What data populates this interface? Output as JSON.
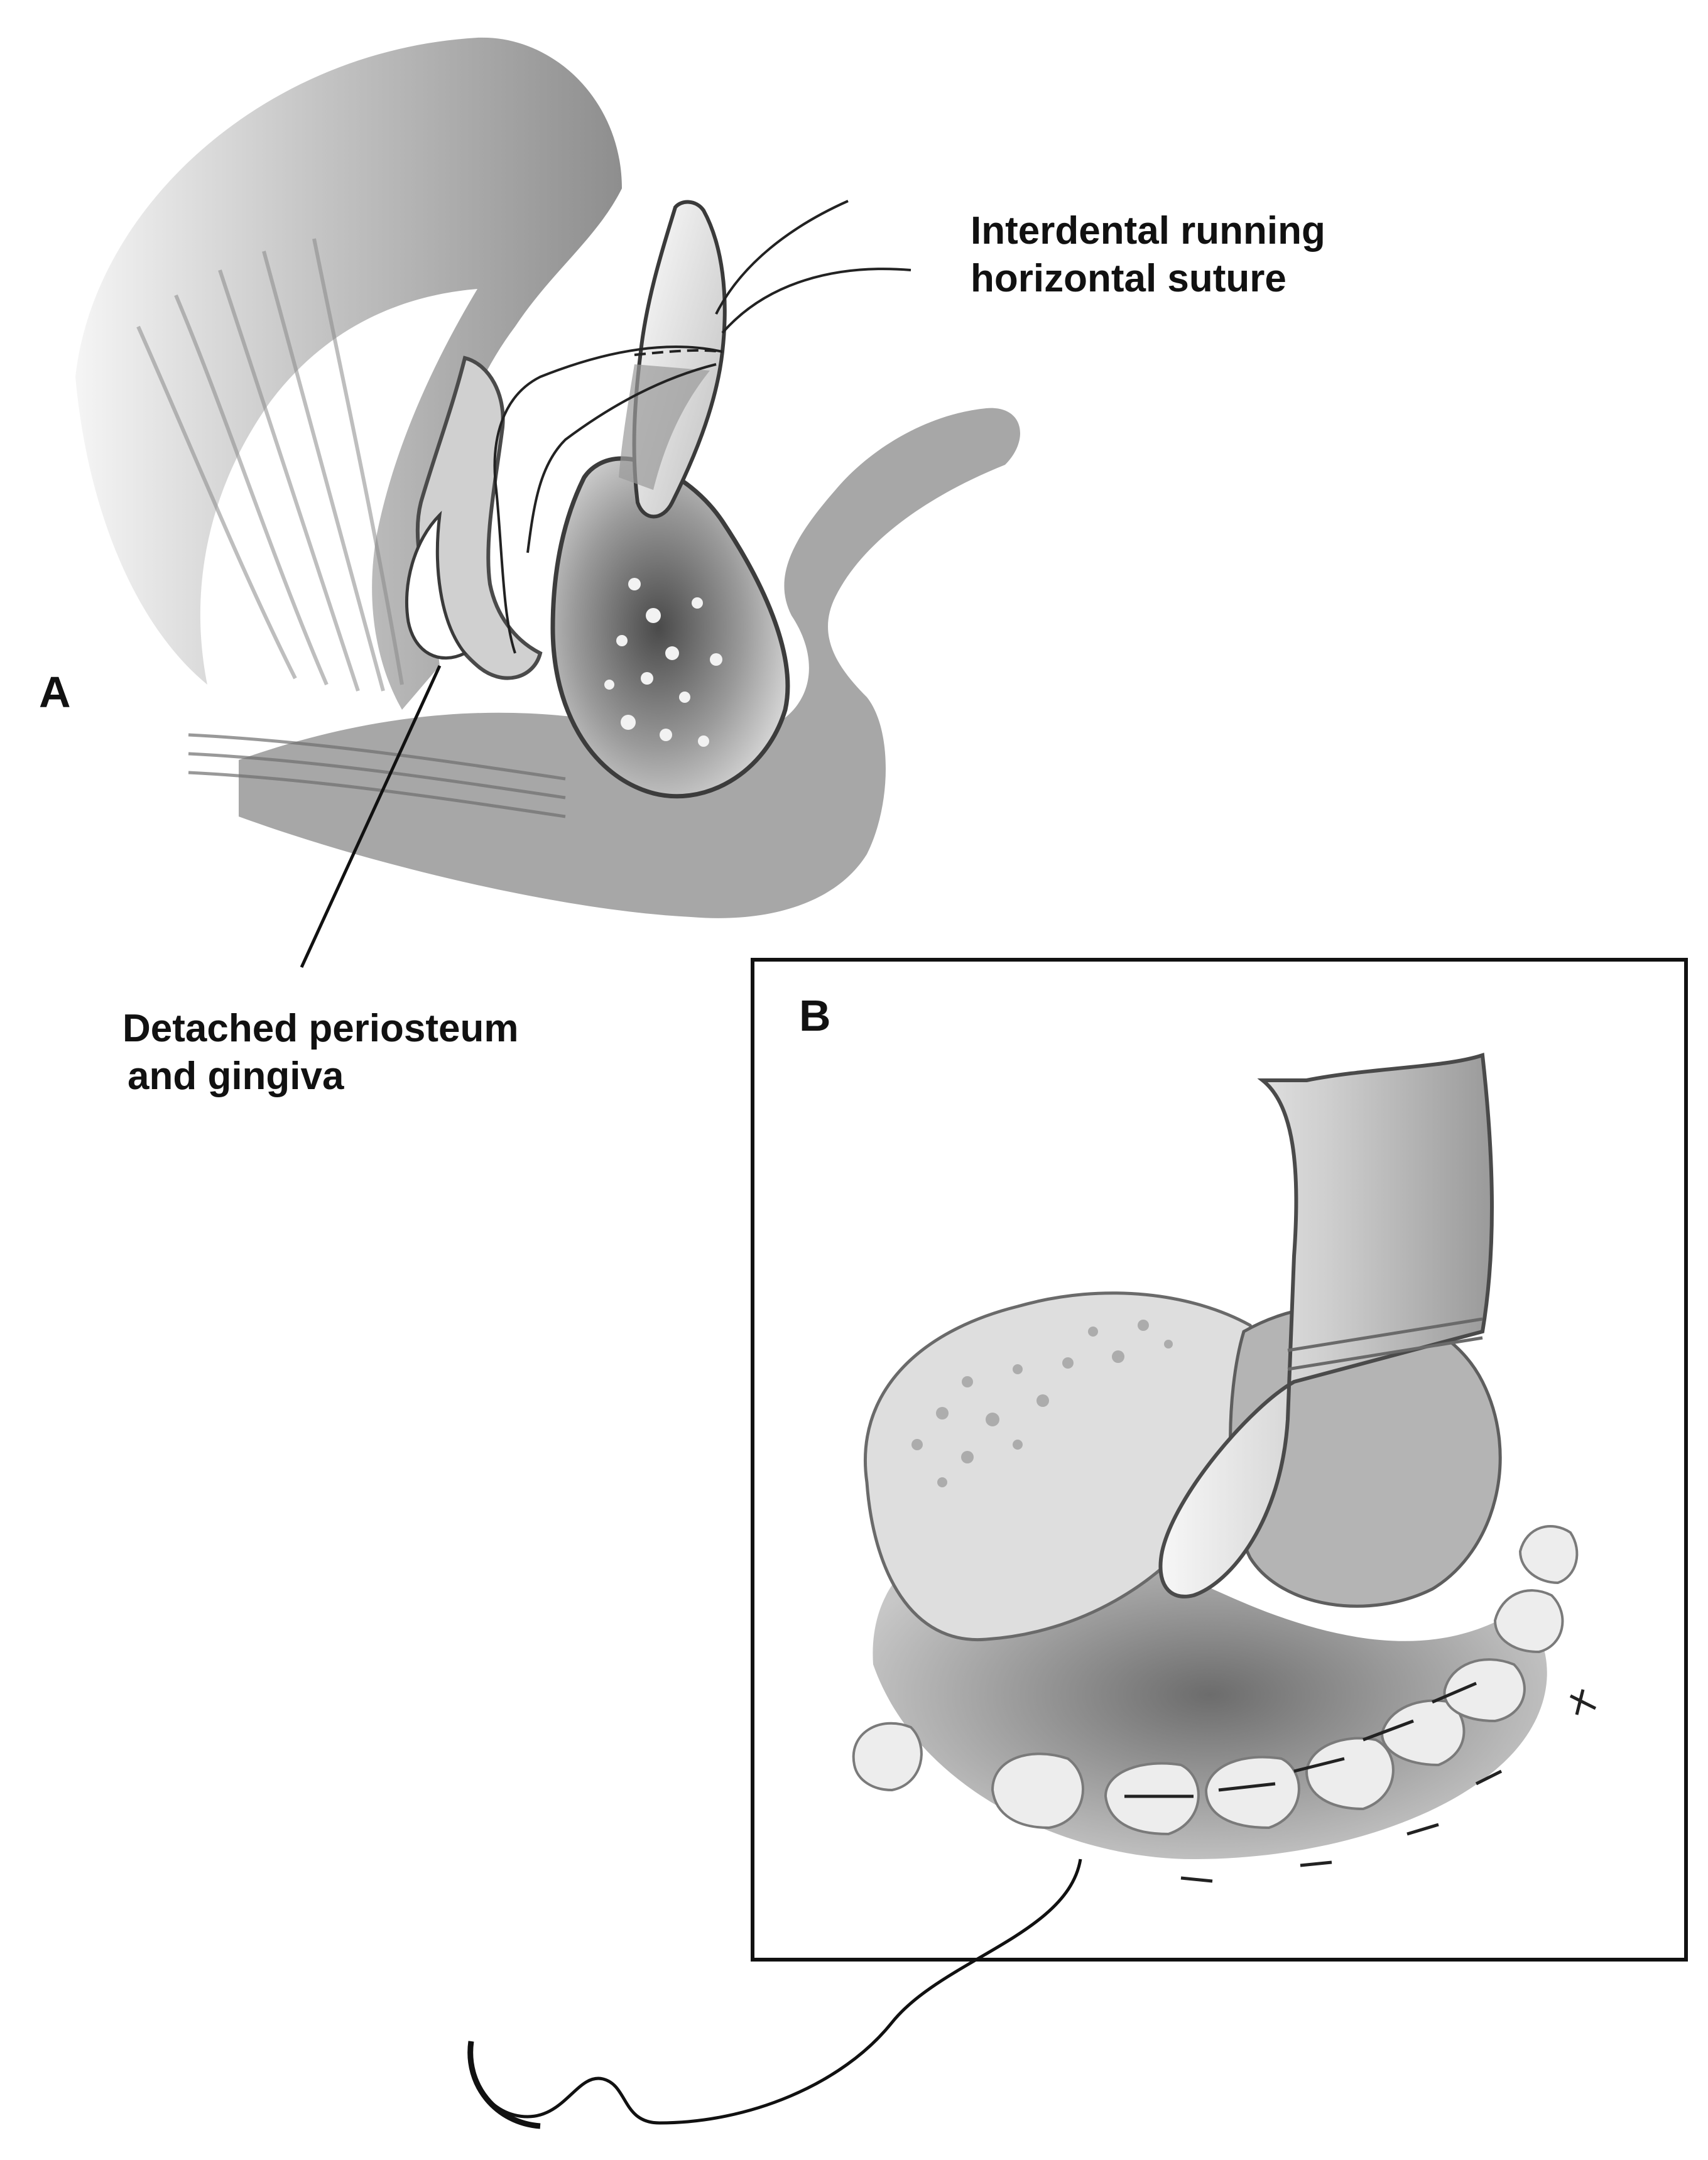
{
  "panels": {
    "a": {
      "letter": "A"
    },
    "b": {
      "letter": "B"
    }
  },
  "labels": {
    "suture": {
      "line1": "Interdental running",
      "line2": "horizontal suture"
    },
    "periosteum": {
      "line1": "Detached periosteum",
      "line2": "and gingiva"
    }
  },
  "colors": {
    "ink": "#111111",
    "tissue_light": "#dcdcdc",
    "tissue_mid": "#a9a9a9",
    "tissue_dark": "#6f6f6f",
    "tooth": "#f2f2f2"
  }
}
